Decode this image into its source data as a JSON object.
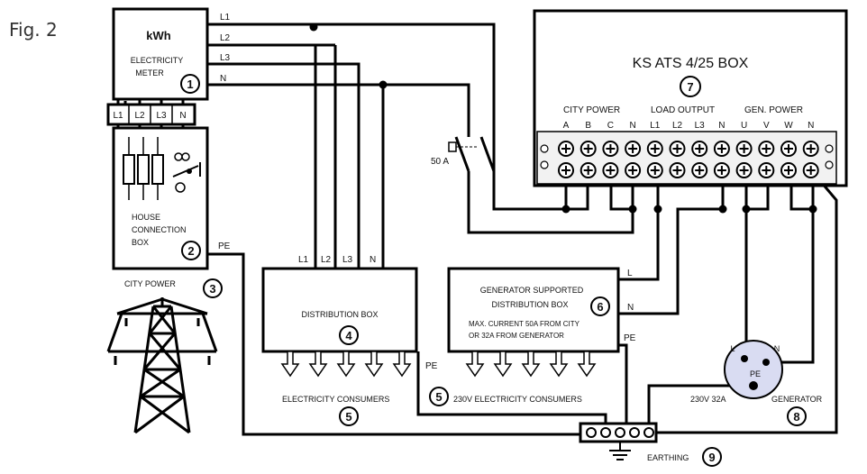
{
  "figure_label": "Fig. 2",
  "meter": {
    "title": "kWh",
    "subtitle_1": "ELECTRICITY",
    "subtitle_2": "METER",
    "number": "1",
    "outputs": [
      "L1",
      "L2",
      "L3",
      "N"
    ],
    "terminals": [
      "L1",
      "L2",
      "L3",
      "N"
    ]
  },
  "house_box": {
    "line_1": "HOUSE",
    "line_2": "CONNECTION",
    "line_3": "BOX",
    "number": "2",
    "pe_label": "PE"
  },
  "city_power": {
    "label": "CITY POWER",
    "number": "3"
  },
  "distribution_box": {
    "label": "DISTRIBUTION BOX",
    "number": "4",
    "inputs": [
      "L1",
      "L2",
      "L3",
      "N"
    ],
    "pe_label": "PE",
    "consumers_label": "ELECTRICITY CONSUMERS",
    "consumers_number": "5"
  },
  "generator_box": {
    "line_1": "GENERATOR SUPPORTED",
    "line_2": "DISTRIBUTION BOX",
    "number": "6",
    "note_1": "MAX. CURRENT 50A FROM CITY",
    "note_2": "OR 32A FROM GENERATOR",
    "l_label": "L",
    "n_label": "N",
    "pe_label": "PE",
    "consumers_label": "230V ELECTRICITY CONSUMERS",
    "consumers_number": "5"
  },
  "breaker": {
    "label": "50 A"
  },
  "ats": {
    "title": "KS ATS 4/25 BOX",
    "number": "7",
    "group_city": "CITY POWER",
    "group_load": "LOAD OUTPUT",
    "group_gen": "GEN. POWER",
    "terminals": [
      "A",
      "B",
      "C",
      "N",
      "L1",
      "L2",
      "L3",
      "N",
      "U",
      "V",
      "W",
      "N"
    ]
  },
  "generator": {
    "label": "GENERATOR",
    "number": "8",
    "socket_label": "230V 32A",
    "pin_l": "L",
    "pin_n": "N",
    "pin_pe": "PE"
  },
  "earthing": {
    "label": "EARTHING",
    "number": "9"
  }
}
